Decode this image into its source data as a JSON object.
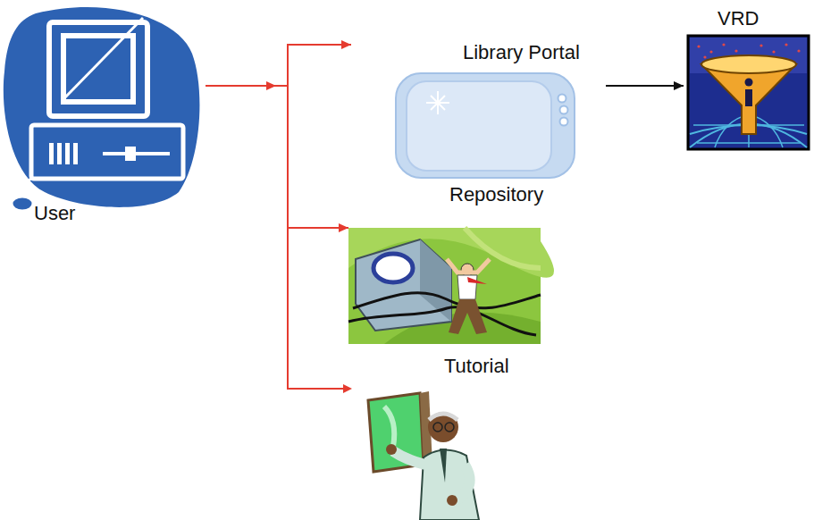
{
  "diagram": {
    "nodes": [
      {
        "text": [
          "User"
        ]
      },
      {
        "text": [
          "Library Portal",
          "Repository"
        ]
      },
      {
        "text": [
          "VRD"
        ]
      },
      {
        "text": [
          "Tutorial"
        ]
      }
    ],
    "edges": [
      {
        "from": 0,
        "to": 1,
        "arrow": "to"
      },
      {
        "from": 0,
        "to": 3,
        "arrow": "to"
      },
      {
        "from": 1,
        "to": 2,
        "arrow": "to"
      }
    ]
  }
}
